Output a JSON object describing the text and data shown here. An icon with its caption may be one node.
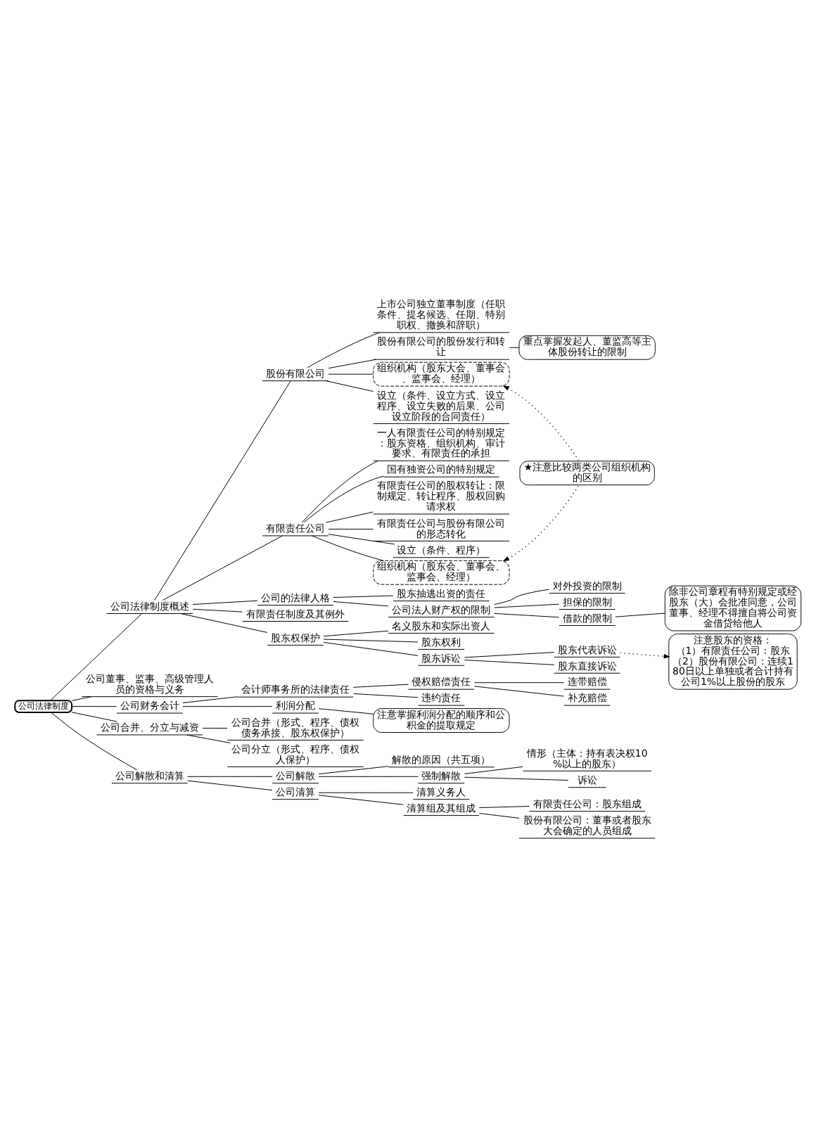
{
  "diagram": {
    "nodes": [
      {
        "text": [
          "公司法律制度"
        ]
      },
      {
        "text": [
          "公司法律制度概述"
        ]
      },
      {
        "text": [
          "公司的法律人格"
        ]
      },
      {
        "text": [
          "股东抽逃出资的责任"
        ]
      },
      {
        "text": [
          "公司法人财产权的限制"
        ]
      },
      {
        "text": [
          "对外投资的限制"
        ]
      },
      {
        "text": [
          "担保的限制"
        ]
      },
      {
        "text": [
          "借款的限制"
        ]
      },
      {
        "text": [
          "除非公司章程有特别规定或经股东（大）会批准同意，公司董事、经理不得擅自将公司资金借贷给他人"
        ]
      },
      {
        "text": [
          "有限责任制度及其例外"
        ]
      },
      {
        "text": [
          "股东权保护"
        ]
      },
      {
        "text": [
          "名义股东和实际出资人"
        ]
      },
      {
        "text": [
          "股东权利"
        ]
      },
      {
        "text": [
          "股东诉讼"
        ]
      },
      {
        "text": [
          "股东代表诉讼"
        ]
      },
      {
        "text": [
          "股东直接诉讼"
        ]
      },
      {
        "text": [
          "注意股东的资格：",
          "（1）有限责任公司：股东",
          "（2）股份有限公司：连续180日以上单独或者合计持有公司1%以上股份的股东"
        ]
      },
      {
        "text": [
          "股份有限公司"
        ]
      },
      {
        "text": [
          "设立（条件、设立方式、设立程序、设立失败的后果、公司设立阶段的合同责任）"
        ]
      },
      {
        "text": [
          "组织机构（股东大会、董事会、监事会、经理）"
        ]
      },
      {
        "text": [
          "上市公司独立董事制度（任职条件、提名候选、任期、特别职权、撤换和辞职）"
        ]
      },
      {
        "text": [
          "股份有限公司的股份发行和转让"
        ]
      },
      {
        "text": [
          "重点掌握发起人、董监高等主体股份转让的限制"
        ]
      },
      {
        "text": [
          "有限责任公司"
        ]
      },
      {
        "text": [
          "设立（条件、程序）"
        ]
      },
      {
        "text": [
          "组织机构（股东会、董事会、监事会、经理）"
        ]
      },
      {
        "text": [
          "★注意比较两类公司组织机构的区别"
        ]
      },
      {
        "text": [
          "一人有限责任公司的特别规定：股东资格、组织机构、审计要求、有限责任的承担"
        ]
      },
      {
        "text": [
          "国有独资公司的特别规定"
        ]
      },
      {
        "text": [
          "有限责任公司的股权转让：限制规定、转让程序、股权回购请求权"
        ]
      },
      {
        "text": [
          "有限责任公司与股份有限公司的形态转化"
        ]
      },
      {
        "text": [
          "公司董事、监事、高级管理人员的资格与义务"
        ]
      },
      {
        "text": [
          "公司财务会计"
        ]
      },
      {
        "text": [
          "会计师事务所的法律责任"
        ]
      },
      {
        "text": [
          "违约责任"
        ]
      },
      {
        "text": [
          "侵权赔偿责任"
        ]
      },
      {
        "text": [
          "连带赔偿"
        ]
      },
      {
        "text": [
          "补充赔偿"
        ]
      },
      {
        "text": [
          "利润分配"
        ]
      },
      {
        "text": [
          "注意掌握利润分配的顺序和公积金的提取规定"
        ]
      },
      {
        "text": [
          "公司合并、分立与减资"
        ]
      },
      {
        "text": [
          "公司合并（形式、程序、债权债务承接、股东权保护）"
        ]
      },
      {
        "text": [
          "公司分立（形式、程序、债权人保护）"
        ]
      },
      {
        "text": [
          "公司解散和清算"
        ]
      },
      {
        "text": [
          "公司解散"
        ]
      },
      {
        "text": [
          "解散的原因（共五项）"
        ]
      },
      {
        "text": [
          "强制解散"
        ]
      },
      {
        "text": [
          "情形（主体：持有表决权10%以上的股东）"
        ]
      },
      {
        "text": [
          "诉讼"
        ]
      },
      {
        "text": [
          "公司清算"
        ]
      },
      {
        "text": [
          "清算义务人"
        ]
      },
      {
        "text": [
          "清算组及其组成"
        ]
      },
      {
        "text": [
          "有限责任公司：股东组成"
        ]
      },
      {
        "text": [
          "股份有限公司：董事或者股东大会确定的人员组成"
        ]
      }
    ],
    "edges": [
      {
        "from": 0,
        "to": 1,
        "arrow": "none"
      },
      {
        "from": 1,
        "to": 2,
        "arrow": "none"
      },
      {
        "from": 2,
        "to": 3,
        "arrow": "none"
      },
      {
        "from": 2,
        "to": 4,
        "arrow": "none"
      },
      {
        "from": 4,
        "to": 5,
        "arrow": "none"
      },
      {
        "from": 4,
        "to": 6,
        "arrow": "none"
      },
      {
        "from": 4,
        "to": 7,
        "arrow": "none"
      },
      {
        "from": 8,
        "to": 7,
        "arrow": "none"
      },
      {
        "from": 1,
        "to": 9,
        "arrow": "none"
      },
      {
        "from": 1,
        "to": 10,
        "arrow": "none"
      },
      {
        "from": 10,
        "to": 11,
        "arrow": "none"
      },
      {
        "from": 10,
        "to": 12,
        "arrow": "none"
      },
      {
        "from": 10,
        "to": 13,
        "arrow": "none"
      },
      {
        "from": 13,
        "to": 14,
        "arrow": "none"
      },
      {
        "from": 13,
        "to": 15,
        "arrow": "none"
      },
      {
        "from": 14,
        "to": 16,
        "arrow": "to",
        "style": "dashed"
      },
      {
        "from": 1,
        "to": 17,
        "arrow": "none"
      },
      {
        "from": 17,
        "to": 18,
        "arrow": "none"
      },
      {
        "from": 17,
        "to": 19,
        "arrow": "none"
      },
      {
        "from": 17,
        "to": 20,
        "arrow": "none"
      },
      {
        "from": 17,
        "to": 21,
        "arrow": "none"
      },
      {
        "from": 22,
        "to": 21,
        "arrow": "none"
      },
      {
        "from": 1,
        "to": 23,
        "arrow": "none"
      },
      {
        "from": 23,
        "to": 24,
        "arrow": "none"
      },
      {
        "from": 23,
        "to": 25,
        "arrow": "none"
      },
      {
        "from": 26,
        "to": 19,
        "arrow": "to",
        "style": "dashed"
      },
      {
        "from": 26,
        "to": 25,
        "arrow": "to",
        "style": "dashed"
      },
      {
        "from": 23,
        "to": 27,
        "arrow": "none"
      },
      {
        "from": 23,
        "to": 28,
        "arrow": "none"
      },
      {
        "from": 23,
        "to": 29,
        "arrow": "none"
      },
      {
        "from": 23,
        "to": 30,
        "arrow": "none"
      },
      {
        "from": 0,
        "to": 31,
        "arrow": "none"
      },
      {
        "from": 0,
        "to": 32,
        "arrow": "none"
      },
      {
        "from": 32,
        "to": 33,
        "arrow": "none"
      },
      {
        "from": 33,
        "to": 34,
        "arrow": "none"
      },
      {
        "from": 33,
        "to": 35,
        "arrow": "none"
      },
      {
        "from": 35,
        "to": 36,
        "arrow": "none"
      },
      {
        "from": 35,
        "to": 37,
        "arrow": "none"
      },
      {
        "from": 32,
        "to": 38,
        "arrow": "none"
      },
      {
        "from": 38,
        "to": 39,
        "arrow": "none"
      },
      {
        "from": 0,
        "to": 40,
        "arrow": "none"
      },
      {
        "from": 40,
        "to": 41,
        "arrow": "none"
      },
      {
        "from": 40,
        "to": 42,
        "arrow": "none"
      },
      {
        "from": 0,
        "to": 43,
        "arrow": "none"
      },
      {
        "from": 43,
        "to": 44,
        "arrow": "none"
      },
      {
        "from": 44,
        "to": 45,
        "arrow": "none"
      },
      {
        "from": 44,
        "to": 46,
        "arrow": "none"
      },
      {
        "from": 46,
        "to": 47,
        "arrow": "none"
      },
      {
        "from": 46,
        "to": 48,
        "arrow": "none"
      },
      {
        "from": 43,
        "to": 49,
        "arrow": "none"
      },
      {
        "from": 49,
        "to": 50,
        "arrow": "none"
      },
      {
        "from": 49,
        "to": 51,
        "arrow": "none"
      },
      {
        "from": 51,
        "to": 52,
        "arrow": "none"
      },
      {
        "from": 51,
        "to": 53,
        "arrow": "none"
      }
    ]
  }
}
